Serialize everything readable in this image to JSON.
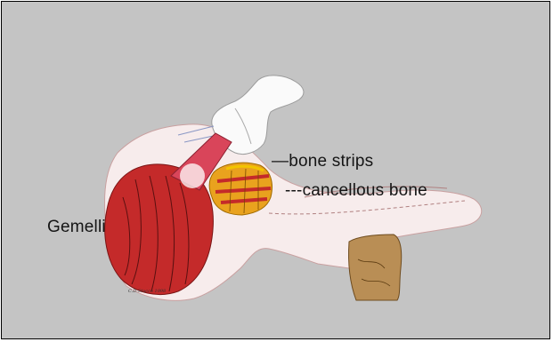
{
  "labels": {
    "bone_strips": "—bone strips",
    "cancellous_bone": "---cancellous bone",
    "gemelli": "Gemelli"
  },
  "signature": "C.D.Stucco 1998",
  "colors": {
    "background": "#c4c4c4",
    "bone": "#f7ecec",
    "femur_head": "#fafafa",
    "muscle": "#c42a2a",
    "cancellous_bone": "#e9a21e",
    "bone_strips": "#f2c400",
    "tissue_stump": "#b98e55"
  }
}
